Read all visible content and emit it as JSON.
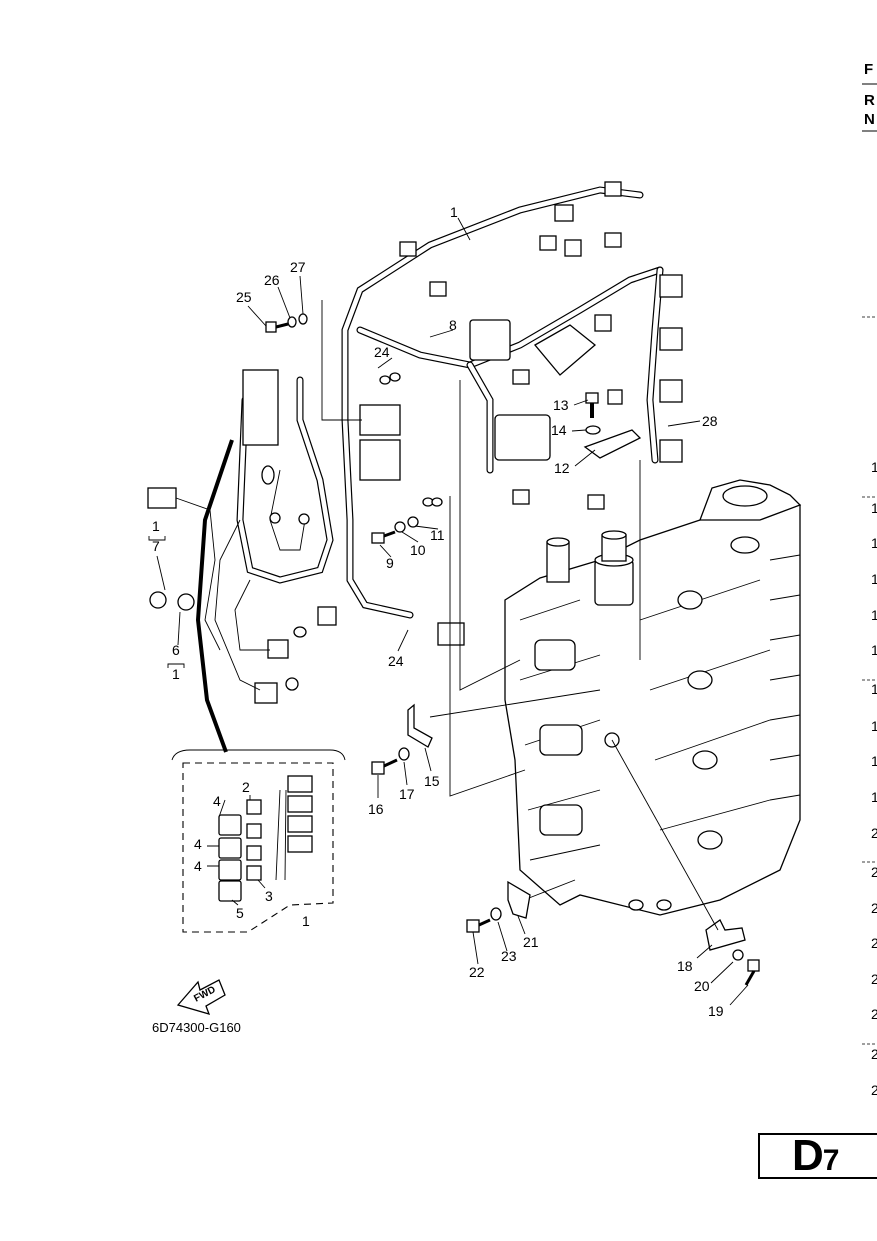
{
  "diagram": {
    "drawing_code": "6D74300-G160",
    "direction_arrow_label": "FWD",
    "page_badge": {
      "letter": "D",
      "number": "7"
    },
    "callouts": [
      "1",
      "24",
      "8",
      "27",
      "26",
      "25",
      "13",
      "28",
      "14",
      "12",
      "11",
      "10",
      "9",
      "7",
      "1",
      "6",
      "1",
      "24",
      "15",
      "17",
      "16",
      "2",
      "4",
      "4",
      "4",
      "3",
      "5",
      "1",
      "21",
      "23",
      "22",
      "18",
      "20",
      "19"
    ],
    "right_edge_header": [
      "F",
      "R",
      "N"
    ],
    "right_edge_column": [
      "1",
      "1",
      "1",
      "1",
      "1",
      "1",
      "1",
      "1",
      "1",
      "1",
      "2",
      "2",
      "2",
      "2",
      "2",
      "2",
      "2",
      "2"
    ]
  }
}
